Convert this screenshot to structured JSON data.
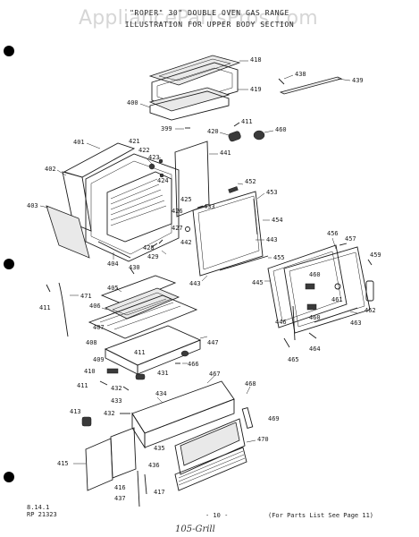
{
  "header": {
    "watermark": "AppliancePartsPros.com",
    "line1": "\"ROPER\" 30\" DOUBLE OVEN GAS RANGE",
    "line2": "ILLUSTRATION FOR UPPER BODY SECTION"
  },
  "footer": {
    "code1": "8.14.1",
    "code2": "RP 21323",
    "page": "- 10 -",
    "note": "(For Parts List See Page 11)",
    "handwriting": "105-Grill"
  },
  "callouts": {
    "c399": "399",
    "c400": "400",
    "c401": "401",
    "c402": "402",
    "c403": "403",
    "c404": "404",
    "c405": "405",
    "c406": "406",
    "c407": "407",
    "c408": "408",
    "c409": "409",
    "c410": "410",
    "c411a": "411",
    "c411b": "411",
    "c411c": "411",
    "c411d": "411",
    "c413": "413",
    "c415": "415",
    "c416": "416",
    "c417": "417",
    "c418": "418",
    "c419": "419",
    "c420": "420",
    "c421": "421",
    "c422": "422",
    "c423": "423",
    "c424": "424",
    "c425": "425",
    "c426": "426",
    "c427": "427",
    "c428": "428",
    "c429": "429",
    "c430": "430",
    "c431": "431",
    "c432a": "432",
    "c432b": "432",
    "c433a": "433",
    "c433b": "433",
    "c434": "434",
    "c435": "435",
    "c436": "436",
    "c437": "437",
    "c438": "438",
    "c439": "439",
    "c441": "441",
    "c442": "442",
    "c443a": "443",
    "c443b": "443",
    "c445": "445",
    "c446": "446",
    "c447": "447",
    "c452": "452",
    "c453": "453",
    "c454": "454",
    "c455": "455",
    "c456": "456",
    "c457": "457",
    "c459": "459",
    "c460a": "460",
    "c460b": "460",
    "c460c": "460",
    "c461": "461",
    "c462": "462",
    "c463": "463",
    "c464": "464",
    "c465": "465",
    "c466": "466",
    "c467": "467",
    "c468": "468",
    "c469": "469",
    "c470": "470",
    "c471": "471"
  }
}
